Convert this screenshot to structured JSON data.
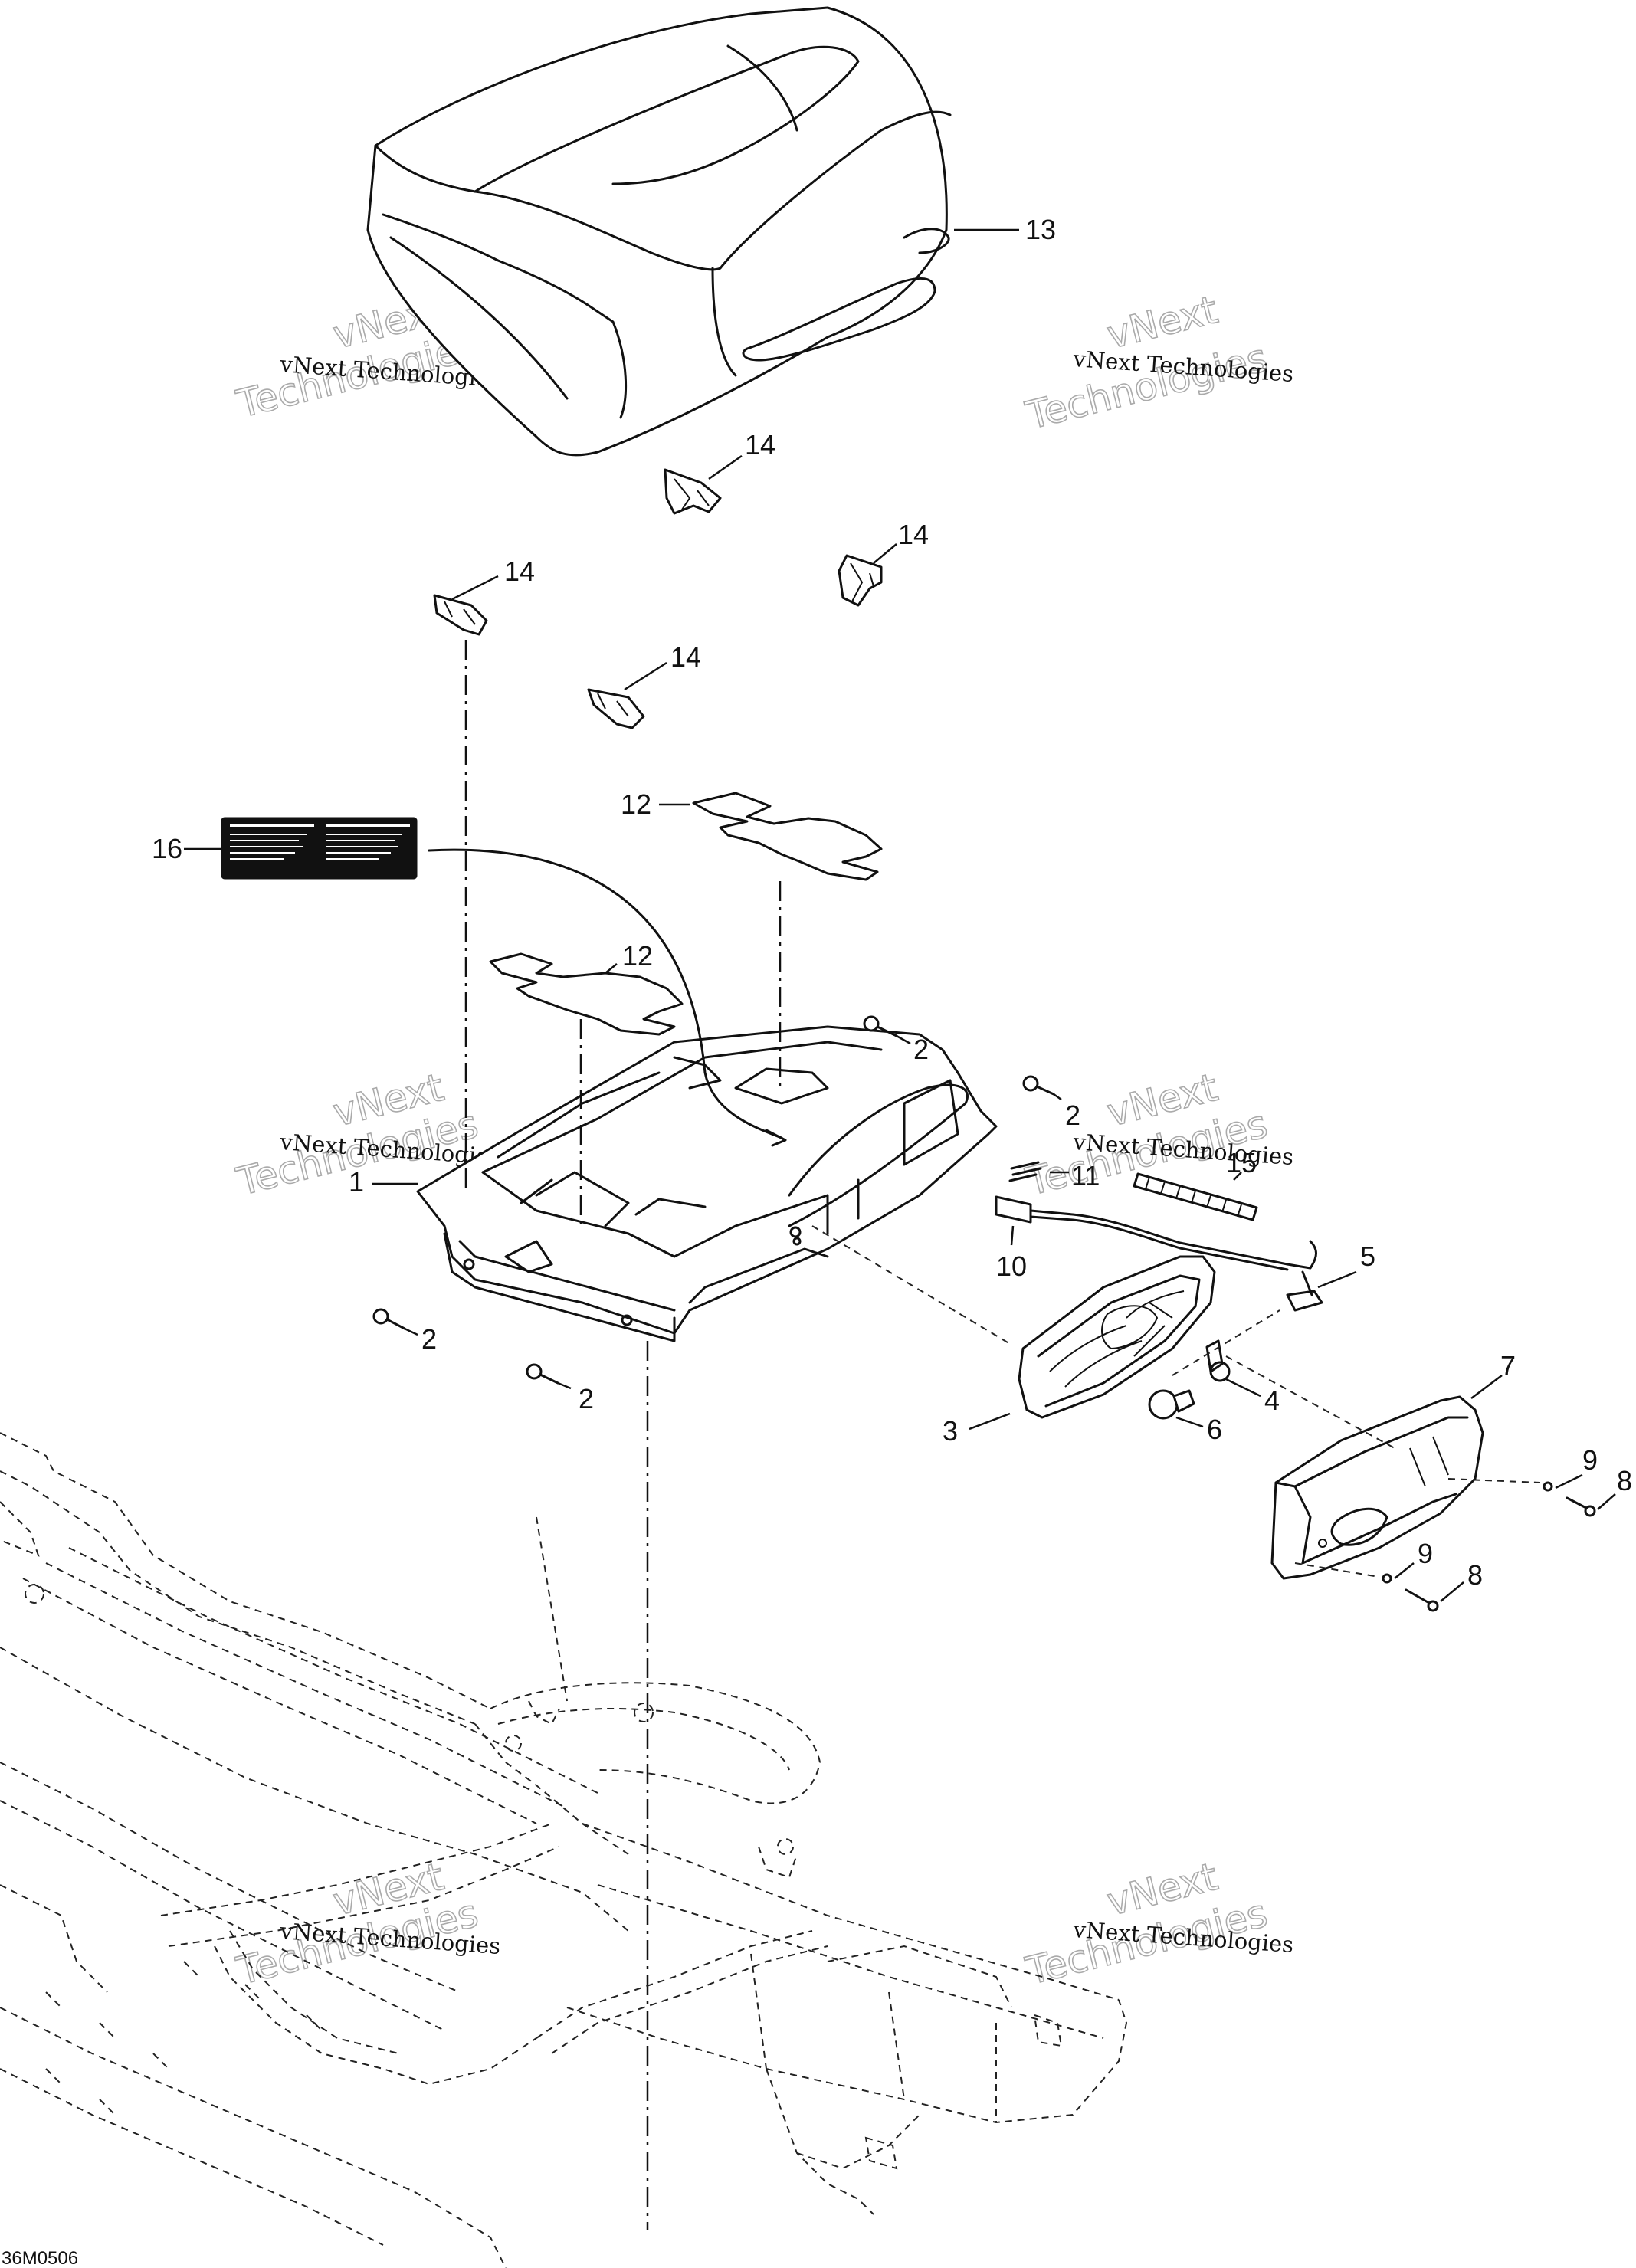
{
  "callouts": [
    {
      "id": "c13",
      "text": "13"
    },
    {
      "id": "c14a",
      "text": "14"
    },
    {
      "id": "c14b",
      "text": "14"
    },
    {
      "id": "c14c",
      "text": "14"
    },
    {
      "id": "c14d",
      "text": "14"
    },
    {
      "id": "c16",
      "text": "16"
    },
    {
      "id": "c12a",
      "text": "12"
    },
    {
      "id": "c12b",
      "text": "12"
    },
    {
      "id": "c2a",
      "text": "2"
    },
    {
      "id": "c2b",
      "text": "2"
    },
    {
      "id": "c2c",
      "text": "2"
    },
    {
      "id": "c2d",
      "text": "2"
    },
    {
      "id": "c1",
      "text": "1"
    },
    {
      "id": "c11",
      "text": "11"
    },
    {
      "id": "c15",
      "text": "15"
    },
    {
      "id": "c10",
      "text": "10"
    },
    {
      "id": "c5",
      "text": "5"
    },
    {
      "id": "c7",
      "text": "7"
    },
    {
      "id": "c4",
      "text": "4"
    },
    {
      "id": "c3",
      "text": "3"
    },
    {
      "id": "c6",
      "text": "6"
    },
    {
      "id": "c9a",
      "text": "9"
    },
    {
      "id": "c8a",
      "text": "8"
    },
    {
      "id": "c9b",
      "text": "9"
    },
    {
      "id": "c8b",
      "text": "8"
    }
  ],
  "watermark": {
    "line1": "vNext Technologies",
    "line2": "vNext",
    "line3": "Technologies"
  },
  "drawing_code": "36M0506"
}
